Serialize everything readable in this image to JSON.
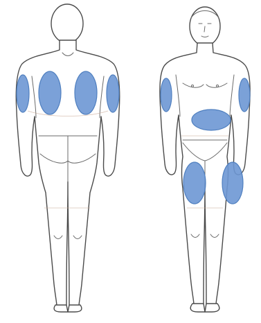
{
  "colors": {
    "injection_site": "#6d97d4",
    "outline": "#4a4a4a",
    "background": "#ffffff"
  },
  "figures": {
    "back": {
      "injection_sites": [
        "upper-arm-left",
        "upper-arm-right",
        "upper-back-left",
        "upper-back-right"
      ]
    },
    "front": {
      "injection_sites": [
        "upper-arm-left",
        "upper-arm-right",
        "abdomen",
        "thigh-left",
        "thigh-right"
      ]
    }
  }
}
